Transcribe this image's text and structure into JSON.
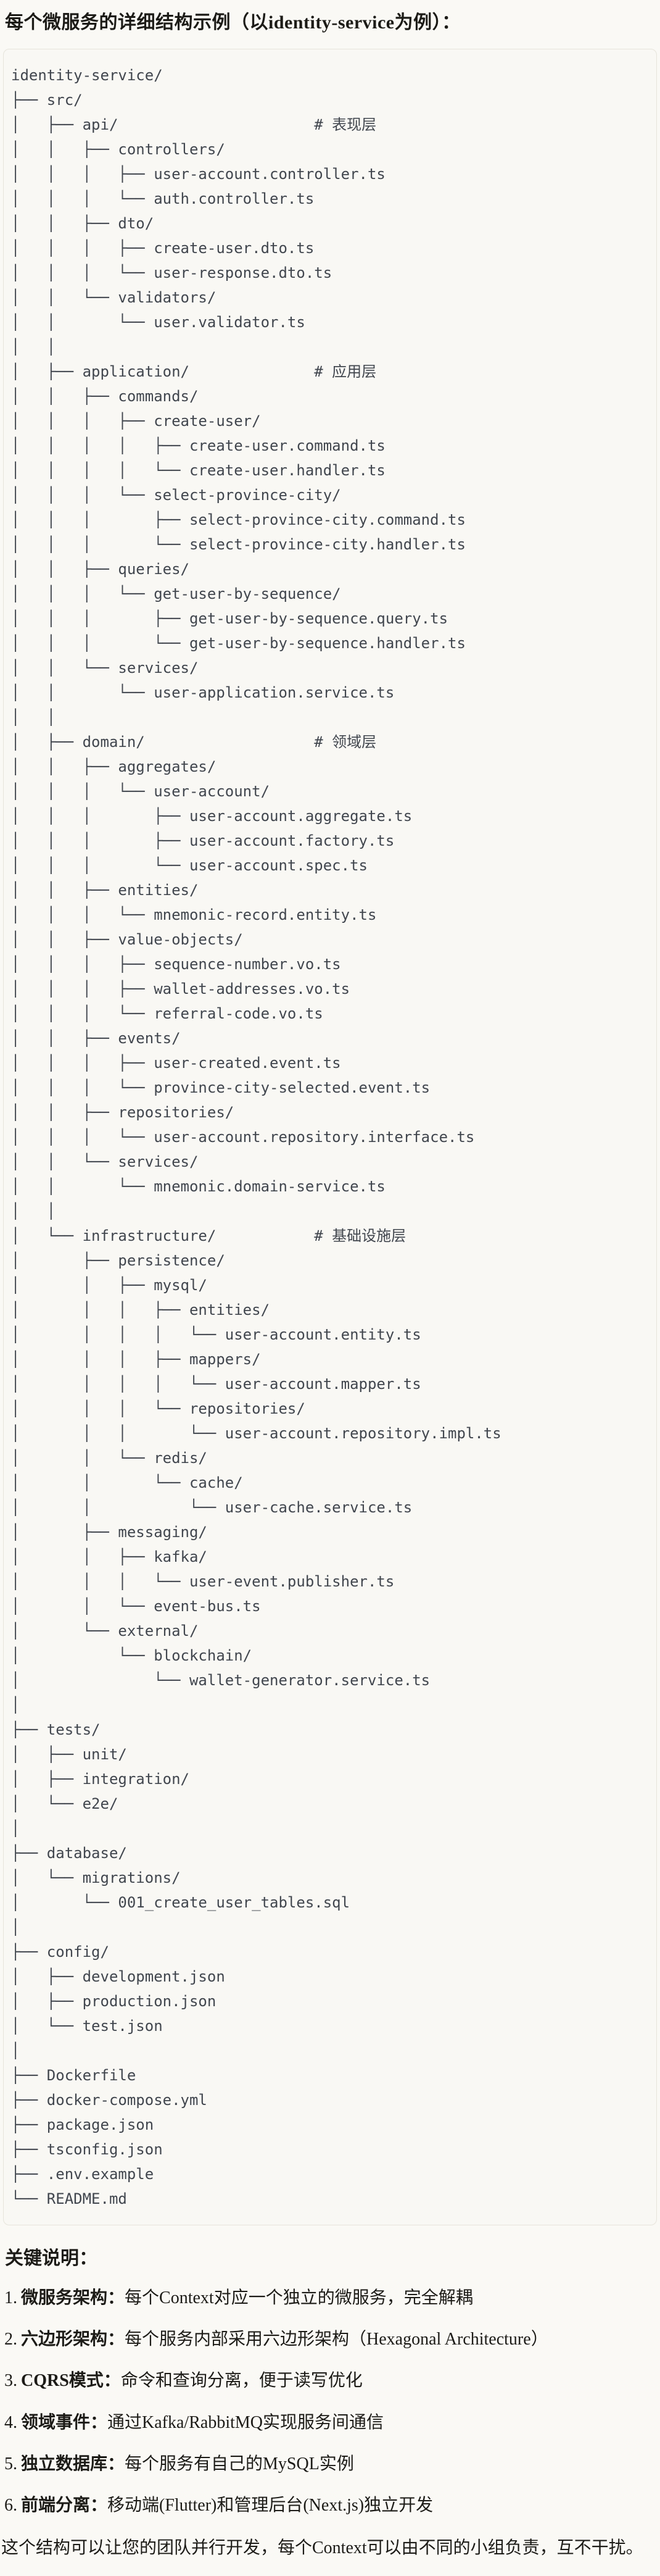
{
  "page": {
    "title": "每个微服务的详细结构示例（以identity-service为例）：",
    "section_heading": "关键说明：",
    "closing_paragraph": "这个结构可以让您的团队并行开发，每个Context可以由不同的小组负责，互不干扰。"
  },
  "colors": {
    "page_background": "#FAF9F5",
    "code_background": "#F9F8F4",
    "code_border": "#E6E4DB",
    "code_text": "#41464E",
    "body_text": "#1C1B17"
  },
  "tree": {
    "root": "identity-service/",
    "layer_comments": [
      "# 表现层",
      "# 应用层",
      "# 领域层",
      "# 基础设施层"
    ],
    "lines": [
      "identity-service/",
      "├── src/",
      "│   ├── api/                      # 表现层",
      "│   │   ├── controllers/",
      "│   │   │   ├── user-account.controller.ts",
      "│   │   │   └── auth.controller.ts",
      "│   │   ├── dto/",
      "│   │   │   ├── create-user.dto.ts",
      "│   │   │   └── user-response.dto.ts",
      "│   │   └── validators/",
      "│   │       └── user.validator.ts",
      "│   │",
      "│   ├── application/              # 应用层",
      "│   │   ├── commands/",
      "│   │   │   ├── create-user/",
      "│   │   │   │   ├── create-user.command.ts",
      "│   │   │   │   └── create-user.handler.ts",
      "│   │   │   └── select-province-city/",
      "│   │   │       ├── select-province-city.command.ts",
      "│   │   │       └── select-province-city.handler.ts",
      "│   │   ├── queries/",
      "│   │   │   └── get-user-by-sequence/",
      "│   │   │       ├── get-user-by-sequence.query.ts",
      "│   │   │       └── get-user-by-sequence.handler.ts",
      "│   │   └── services/",
      "│   │       └── user-application.service.ts",
      "│   │",
      "│   ├── domain/                   # 领域层",
      "│   │   ├── aggregates/",
      "│   │   │   └── user-account/",
      "│   │   │       ├── user-account.aggregate.ts",
      "│   │   │       ├── user-account.factory.ts",
      "│   │   │       └── user-account.spec.ts",
      "│   │   ├── entities/",
      "│   │   │   └── mnemonic-record.entity.ts",
      "│   │   ├── value-objects/",
      "│   │   │   ├── sequence-number.vo.ts",
      "│   │   │   ├── wallet-addresses.vo.ts",
      "│   │   │   └── referral-code.vo.ts",
      "│   │   ├── events/",
      "│   │   │   ├── user-created.event.ts",
      "│   │   │   └── province-city-selected.event.ts",
      "│   │   ├── repositories/",
      "│   │   │   └── user-account.repository.interface.ts",
      "│   │   └── services/",
      "│   │       └── mnemonic.domain-service.ts",
      "│   │",
      "│   └── infrastructure/           # 基础设施层",
      "│       ├── persistence/",
      "│       │   ├── mysql/",
      "│       │   │   ├── entities/",
      "│       │   │   │   └── user-account.entity.ts",
      "│       │   │   ├── mappers/",
      "│       │   │   │   └── user-account.mapper.ts",
      "│       │   │   └── repositories/",
      "│       │   │       └── user-account.repository.impl.ts",
      "│       │   └── redis/",
      "│       │       └── cache/",
      "│       │           └── user-cache.service.ts",
      "│       ├── messaging/",
      "│       │   ├── kafka/",
      "│       │   │   └── user-event.publisher.ts",
      "│       │   └── event-bus.ts",
      "│       └── external/",
      "│           └── blockchain/",
      "│               └── wallet-generator.service.ts",
      "│",
      "├── tests/",
      "│   ├── unit/",
      "│   ├── integration/",
      "│   └── e2e/",
      "│",
      "├── database/",
      "│   └── migrations/",
      "│       └── 001_create_user_tables.sql",
      "│",
      "├── config/",
      "│   ├── development.json",
      "│   ├── production.json",
      "│   └── test.json",
      "│",
      "├── Dockerfile",
      "├── docker-compose.yml",
      "├── package.json",
      "├── tsconfig.json",
      "├── .env.example",
      "└── README.md"
    ]
  },
  "key_points": {
    "colon": "：",
    "items": [
      {
        "num": "1.",
        "term": "微服务架构",
        "desc": "每个Context对应一个独立的微服务，完全解耦"
      },
      {
        "num": "2.",
        "term": "六边形架构",
        "desc": "每个服务内部采用六边形架构（Hexagonal Architecture）"
      },
      {
        "num": "3.",
        "term": "CQRS模式",
        "desc": "命令和查询分离，便于读写优化"
      },
      {
        "num": "4.",
        "term": "领域事件",
        "desc": "通过Kafka/RabbitMQ实现服务间通信"
      },
      {
        "num": "5.",
        "term": "独立数据库",
        "desc": "每个服务有自己的MySQL实例"
      },
      {
        "num": "6.",
        "term": "前端分离",
        "desc": "移动端(Flutter)和管理后台(Next.js)独立开发"
      }
    ]
  }
}
